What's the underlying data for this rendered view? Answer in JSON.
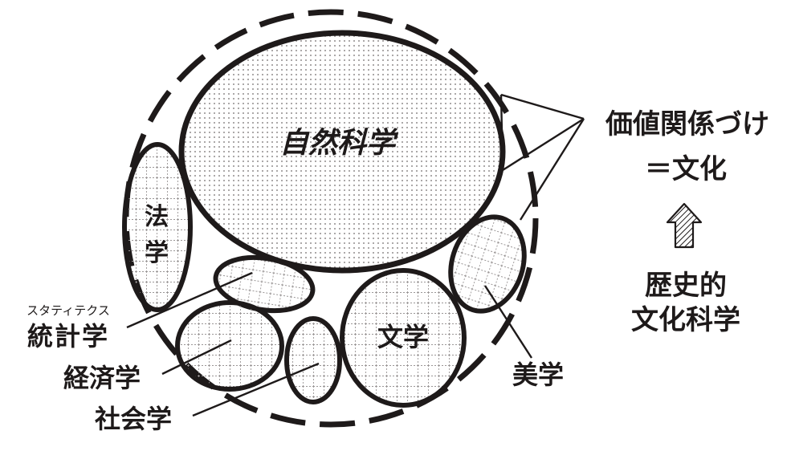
{
  "colors": {
    "ink": "#1e1a1a",
    "paper": "#ffffff",
    "dot": "#6f6a6a",
    "grid": "#9a9696"
  },
  "labels": {
    "natural_science": "自然科学",
    "law": "法学",
    "statistics": "統計学",
    "statistics_ruby": "スタティテクス",
    "economics": "経済学",
    "sociology": "社会学",
    "literature": "文学",
    "aesthetics": "美学",
    "value_relation": "価値関係づけ",
    "culture": "＝文化",
    "historical_cultural_science_line1": "歴史的",
    "historical_cultural_science_line2": "文化科学"
  },
  "icons": {
    "arrow": "hatched-up-arrow-icon"
  }
}
